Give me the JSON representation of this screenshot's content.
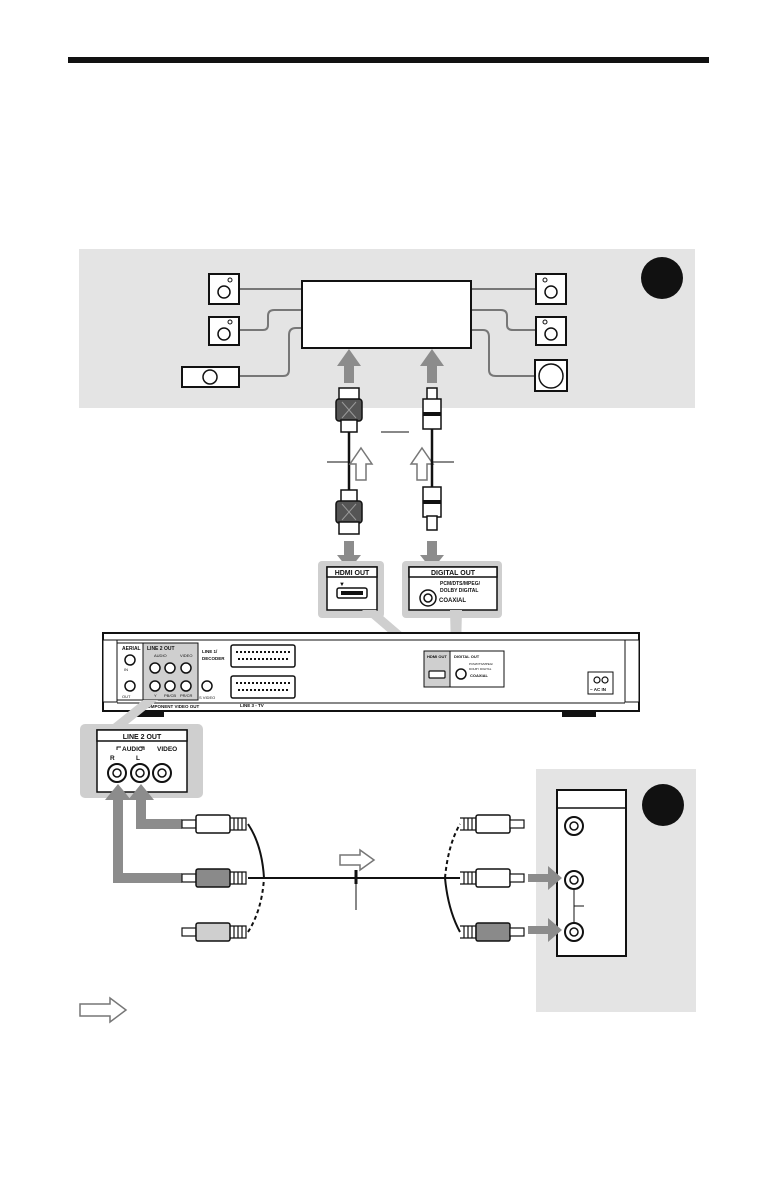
{
  "panels": {
    "hdmi_out": "HDMI OUT",
    "digital_out": "DIGITAL OUT",
    "digital_formats_1": "PCM/DTS/MPEG/",
    "digital_formats_2": "DOLBY DIGITAL",
    "coaxial": "COAXIAL",
    "line2_out": "LINE 2 OUT",
    "audio": "AUDIO",
    "video": "VIDEO",
    "r": "R",
    "l": "L"
  },
  "rear_panel": {
    "aerial": "AERIAL",
    "in": "IN",
    "out": "OUT",
    "line2_out": "LINE 2 OUT",
    "audio": "AUDIO",
    "video": "VIDEO",
    "component_video_out": "COMPONENT VIDEO OUT",
    "y": "Y",
    "pb_cb": "PB/CB",
    "pr_cr": "PR/CR",
    "s_video": "S VIDEO",
    "line1_decoder_1": "LINE 1/",
    "line1_decoder_2": "DECODER",
    "line3_tv": "LINE 3 - TV",
    "hdmi_out": "HDMI OUT",
    "digital_out": "DIGITAL OUT",
    "digital_formats_1": "PCM/DTS/MPEG/",
    "digital_formats_2": "DOLBY DIGITAL",
    "coaxial": "COAXIAL",
    "ac_in": "~ AC IN"
  },
  "colors": {
    "panel_gray": "#e4e4e4",
    "highlight_gray": "#cfcfcf",
    "arrow_gray": "#8c8c8c",
    "line_gray": "#777777",
    "ink": "#111111"
  }
}
